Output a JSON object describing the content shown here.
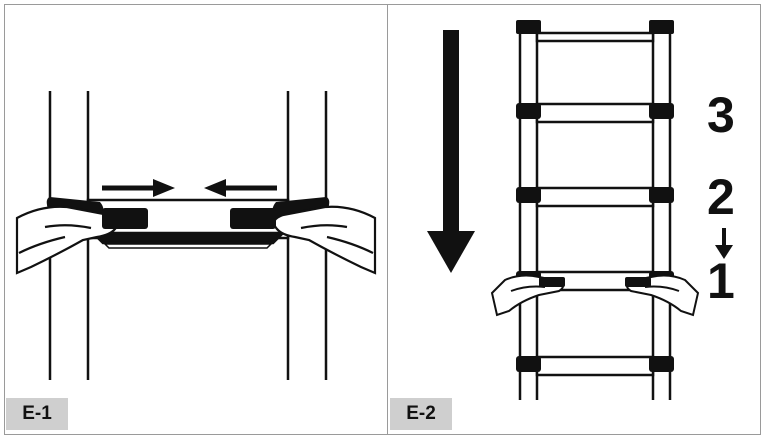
{
  "panels": [
    {
      "label": "E-1"
    },
    {
      "label": "E-2",
      "steps": [
        "3",
        "2",
        "1"
      ]
    }
  ],
  "colors": {
    "ink": "#111111",
    "tag_bg": "#cfcfcf",
    "frame": "#9a9a9a"
  },
  "icons": [
    "inward-arrows",
    "down-arrow",
    "step-arrow",
    "hand-left",
    "hand-right"
  ]
}
